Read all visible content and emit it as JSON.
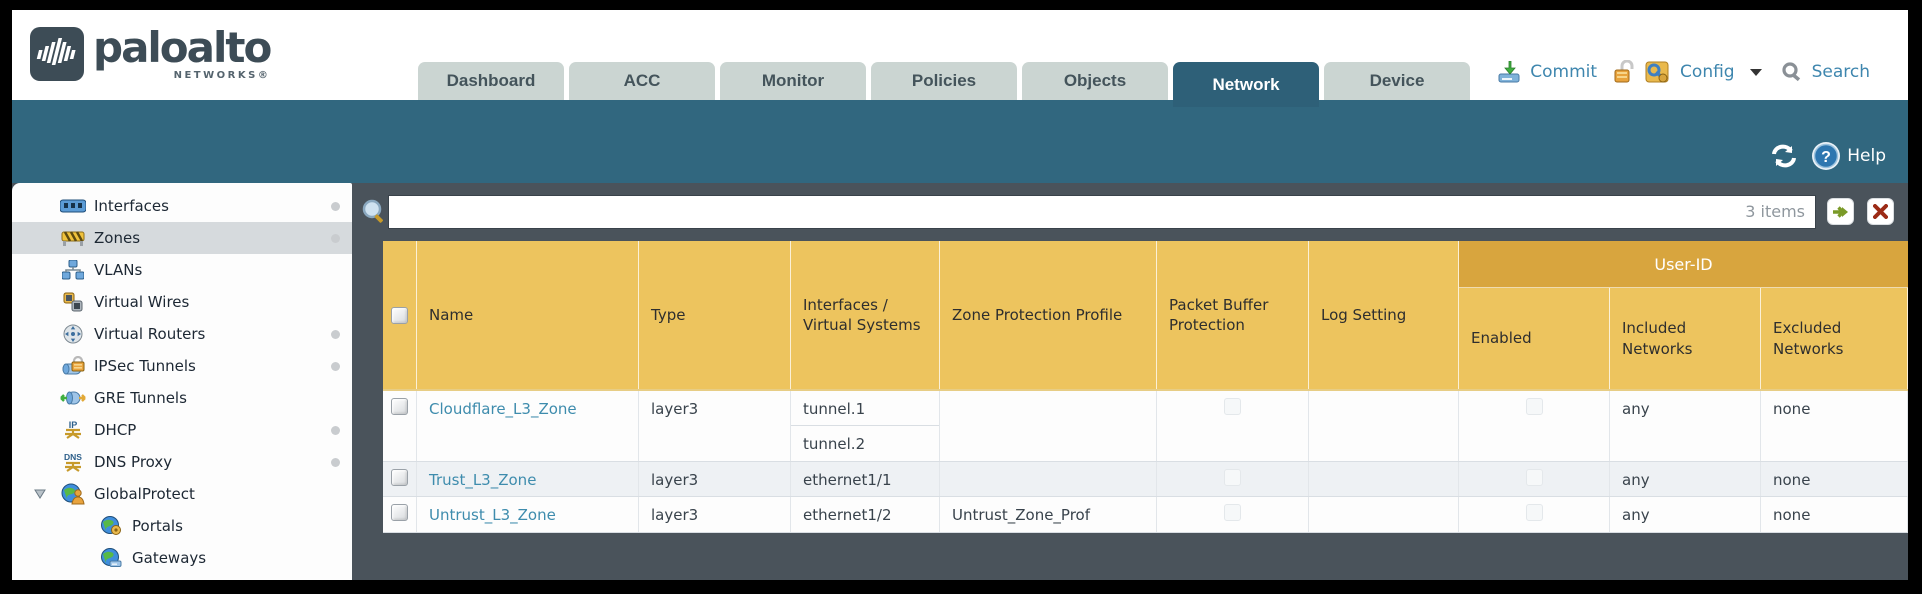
{
  "logo": {
    "brand": "paloalto",
    "sub": "NETWORKS®"
  },
  "header": {
    "tabs": [
      {
        "label": "Dashboard",
        "active": false
      },
      {
        "label": "ACC",
        "active": false
      },
      {
        "label": "Monitor",
        "active": false
      },
      {
        "label": "Policies",
        "active": false
      },
      {
        "label": "Objects",
        "active": false
      },
      {
        "label": "Network",
        "active": true
      },
      {
        "label": "Device",
        "active": false
      }
    ],
    "actions": {
      "commit": "Commit",
      "config": "Config",
      "search": "Search"
    }
  },
  "toolbar": {
    "help": "Help"
  },
  "sidebar": {
    "items": [
      {
        "label": "Interfaces"
      },
      {
        "label": "Zones"
      },
      {
        "label": "VLANs"
      },
      {
        "label": "Virtual Wires"
      },
      {
        "label": "Virtual Routers"
      },
      {
        "label": "IPSec Tunnels"
      },
      {
        "label": "GRE Tunnels"
      },
      {
        "label": "DHCP"
      },
      {
        "label": "DNS Proxy"
      },
      {
        "label": "GlobalProtect"
      },
      {
        "label": "Portals"
      },
      {
        "label": "Gateways"
      }
    ],
    "selected": "Zones"
  },
  "filter": {
    "value": "",
    "count": "3 items"
  },
  "table": {
    "group_header": "User-ID",
    "columns": [
      "Name",
      "Type",
      "Interfaces / Virtual Systems",
      "Zone Protection Profile",
      "Packet Buffer Protection",
      "Log Setting",
      "Enabled",
      "Included Networks",
      "Excluded Networks"
    ],
    "rows": [
      {
        "name": "Cloudflare_L3_Zone",
        "type": "layer3",
        "interfaces": [
          "tunnel.1",
          "tunnel.2"
        ],
        "zone_protection": "",
        "log_setting": "",
        "included_networks": "any",
        "excluded_networks": "none"
      },
      {
        "name": "Trust_L3_Zone",
        "type": "layer3",
        "interfaces": [
          "ethernet1/1"
        ],
        "zone_protection": "",
        "log_setting": "",
        "included_networks": "any",
        "excluded_networks": "none"
      },
      {
        "name": "Untrust_L3_Zone",
        "type": "layer3",
        "interfaces": [
          "ethernet1/2"
        ],
        "zone_protection": "Untrust_Zone_Prof",
        "log_setting": "",
        "included_networks": "any",
        "excluded_networks": "none"
      }
    ]
  },
  "colors": {
    "teal_band": "#31677f",
    "active_tab": "#2e6078",
    "inactive_tab": "#cbd5d2",
    "content_bg": "#4a535b",
    "table_header": "#edc45e",
    "userid_band": "#d8a53e",
    "link": "#3e8cad",
    "alt_row": "#eef1f4"
  }
}
